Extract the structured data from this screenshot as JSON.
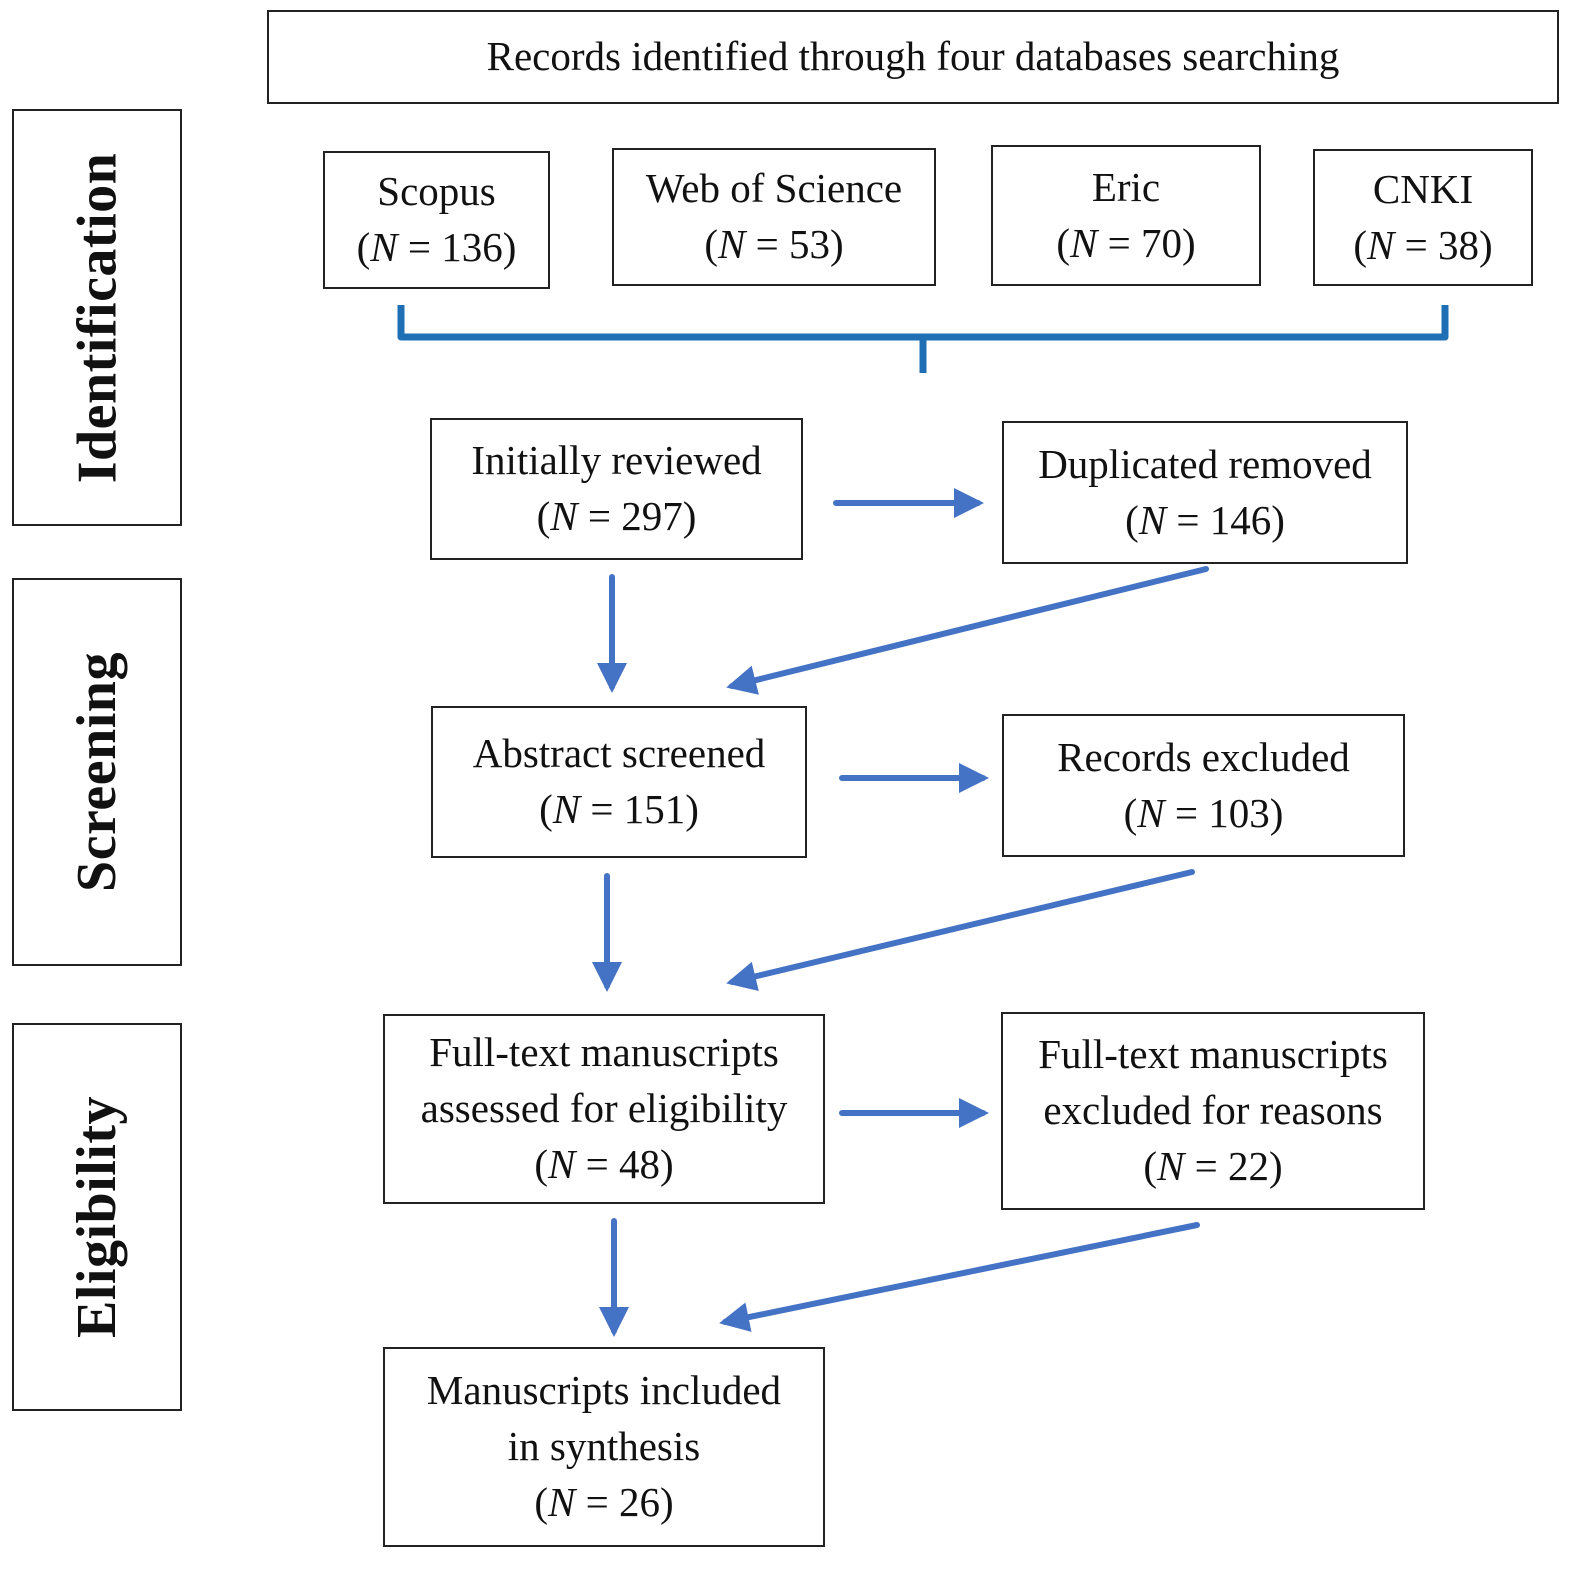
{
  "colors": {
    "arrow": "#4472c4",
    "brace": "#1f6fb5",
    "border": "#222222"
  },
  "stages": {
    "identification": "Identification",
    "screening": "Screening",
    "eligibility": "Eligibility"
  },
  "header": {
    "title": "Records identified through four databases searching"
  },
  "databases": [
    {
      "name": "Scopus",
      "n_var": "N",
      "n_rest": " = 136)"
    },
    {
      "name": "Web of Science",
      "n_var": "N",
      "n_rest": " = 53)"
    },
    {
      "name": "Eric",
      "n_var": "N",
      "n_rest": " = 70)"
    },
    {
      "name": "CNKI",
      "n_var": "N",
      "n_rest": " = 38)"
    }
  ],
  "steps": {
    "initially_reviewed": {
      "label": "Initially reviewed",
      "n_var": "N",
      "n_rest": " = 297)"
    },
    "duplicated_removed": {
      "label": "Duplicated removed",
      "n_var": "N",
      "n_rest": " = 146)"
    },
    "abstract_screened": {
      "label": "Abstract screened",
      "n_var": "N",
      "n_rest": " = 151)"
    },
    "records_excluded": {
      "label": "Records excluded",
      "n_var": "N",
      "n_rest": " = 103)"
    },
    "fulltext_assessed": {
      "line1": "Full-text manuscripts",
      "line2": "assessed for eligibility",
      "n_var": "N",
      "n_rest": " = 48)"
    },
    "fulltext_excluded": {
      "line1": "Full-text manuscripts",
      "line2": "excluded for reasons",
      "n_var": "N",
      "n_rest": " = 22)"
    },
    "included": {
      "line1": "Manuscripts included",
      "line2": "in synthesis",
      "n_var": "N",
      "n_rest": " = 26)"
    }
  },
  "paren_open": "("
}
